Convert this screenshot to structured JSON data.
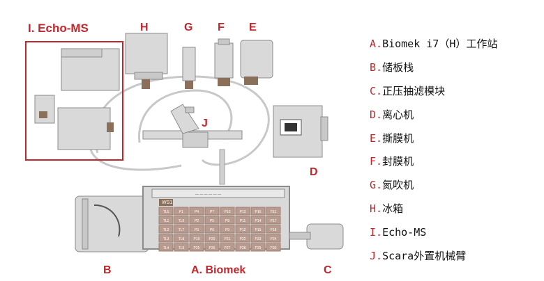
{
  "labels": {
    "echo_ms": "I. Echo-MS",
    "h": "H",
    "g": "G",
    "f": "F",
    "e": "E",
    "j": "J",
    "d": "D",
    "b": "B",
    "biomek": "A. Biomek",
    "c": "C"
  },
  "deck": {
    "header": "WS1",
    "rows": [
      [
        "TL5",
        "P1",
        "P4",
        "P7",
        "P10",
        "P13",
        "P16",
        "TE1"
      ],
      [
        "TL1",
        "TL6",
        "P2",
        "P5",
        "P8",
        "P11",
        "P14",
        "P17"
      ],
      [
        "TL2",
        "TL7",
        "P3",
        "P6",
        "P9",
        "P12",
        "P15",
        "P18"
      ],
      [
        "TL3",
        "TL8",
        "P19",
        "P20",
        "P21",
        "P22",
        "P23",
        "P24"
      ],
      [
        "TL4",
        "TL9",
        "P25",
        "P26",
        "P27",
        "P28",
        "P29",
        "P30"
      ]
    ]
  },
  "legend": [
    {
      "letter": "A.",
      "text": "Biomek i7（H）工作站"
    },
    {
      "letter": "B.",
      "text": "储板栈"
    },
    {
      "letter": "C.",
      "text": "正压抽滤模块"
    },
    {
      "letter": "D.",
      "text": "离心机"
    },
    {
      "letter": "E.",
      "text": "撕膜机"
    },
    {
      "letter": "F.",
      "text": "封膜机"
    },
    {
      "letter": "G.",
      "text": "氮吹机"
    },
    {
      "letter": "H.",
      "text": "冰箱"
    },
    {
      "letter": "I.",
      "text": "Echo-MS"
    },
    {
      "letter": "J.",
      "text": "Scara外置机械臂"
    }
  ],
  "colors": {
    "accent": "#c0272d",
    "device": "#d9d9d9",
    "device_stroke": "#8c8c8c",
    "deck_cell": "#b89a8e",
    "hardware": "#8a6f5a"
  }
}
